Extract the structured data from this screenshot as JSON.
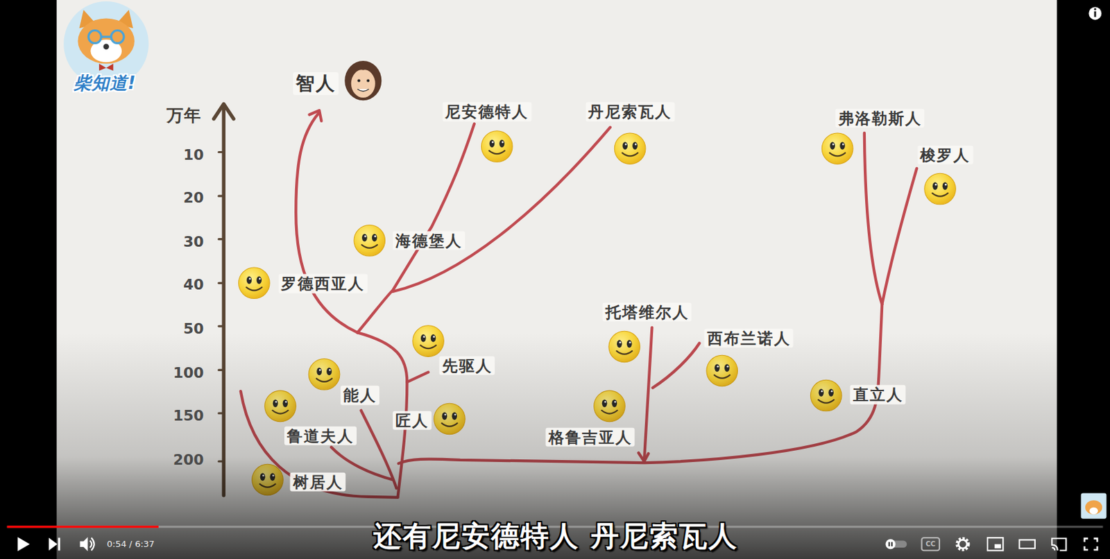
{
  "diagram": {
    "labels": [
      "柴知道!",
      "智人",
      "万年",
      "10",
      "20",
      "30",
      "40",
      "50",
      "100",
      "150",
      "200",
      "尼安德特人",
      "丹尼索瓦人",
      "弗洛勒斯人",
      "梭罗人",
      "海德堡人",
      "罗德西亚人",
      "托塔维尔人",
      "西布兰诺人",
      "先驱人",
      "能人",
      "直立人",
      "匠人",
      "鲁道夫人",
      "格鲁吉亚人",
      "树居人",
      "还有尼安德特人 丹尼索瓦人",
      "0:54 / 6:37",
      "CC"
    ]
  }
}
